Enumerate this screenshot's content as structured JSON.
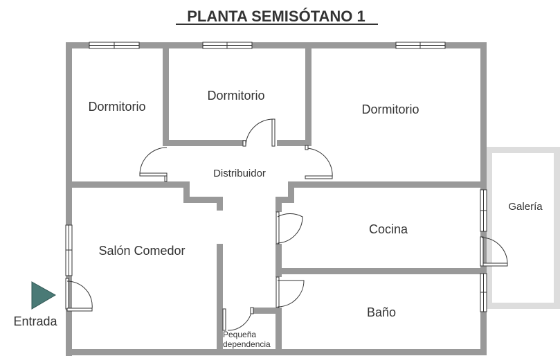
{
  "title": "PLANTA SEMISÓTANO 1",
  "rooms": {
    "dormitorio_1": "Dormitorio",
    "dormitorio_2": "Dormitorio",
    "dormitorio_3": "Dormitorio",
    "distribuidor": "Distribuidor",
    "galeria": "Galería",
    "cocina": "Cocina",
    "salon_comedor": "Salón Comedor",
    "bano": "Baño",
    "pequena_line1": "Pequeña",
    "pequena_line2": "dependencia"
  },
  "entrance": {
    "label": "Entrada",
    "arrow_color": "#4a7a76"
  },
  "colors": {
    "wall": "#999999",
    "gallery_wall": "#dddddd"
  }
}
